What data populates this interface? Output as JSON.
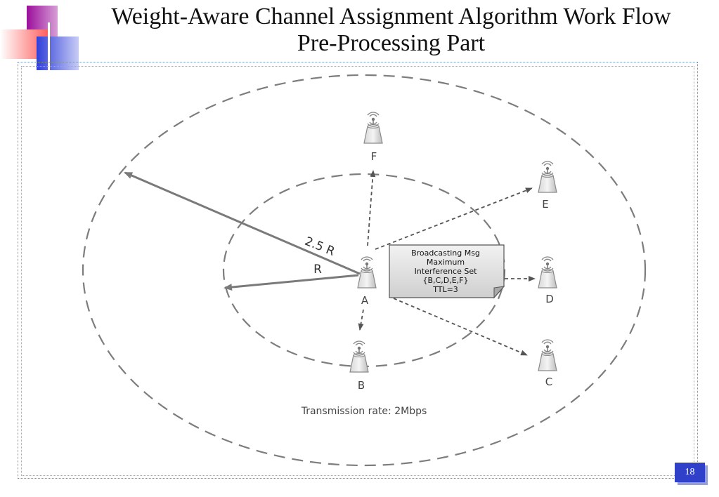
{
  "slide": {
    "title": "Weight-Aware Channel Assignment Algorithm Work Flow",
    "subtitle": "Pre-Processing Part",
    "page_number": "18"
  },
  "diagram": {
    "radius_labels": {
      "outer": "2.5 R",
      "inner": "R"
    },
    "nodes": {
      "A": "A",
      "B": "B",
      "C": "C",
      "D": "D",
      "E": "E",
      "F": "F"
    },
    "message_box": {
      "line1": "Broadcasting Msg",
      "line2": "Maximum",
      "line3": "Interference Set",
      "line4": "{B,C,D,E,F}",
      "line5": "TTL=3"
    },
    "caption": "Transmission rate: 2Mbps"
  },
  "colors": {
    "accent_purple": "#9b0f9b",
    "accent_blue": "#2f3fd8",
    "accent_red": "#ff5a5a",
    "stroke_gray": "#777777"
  }
}
